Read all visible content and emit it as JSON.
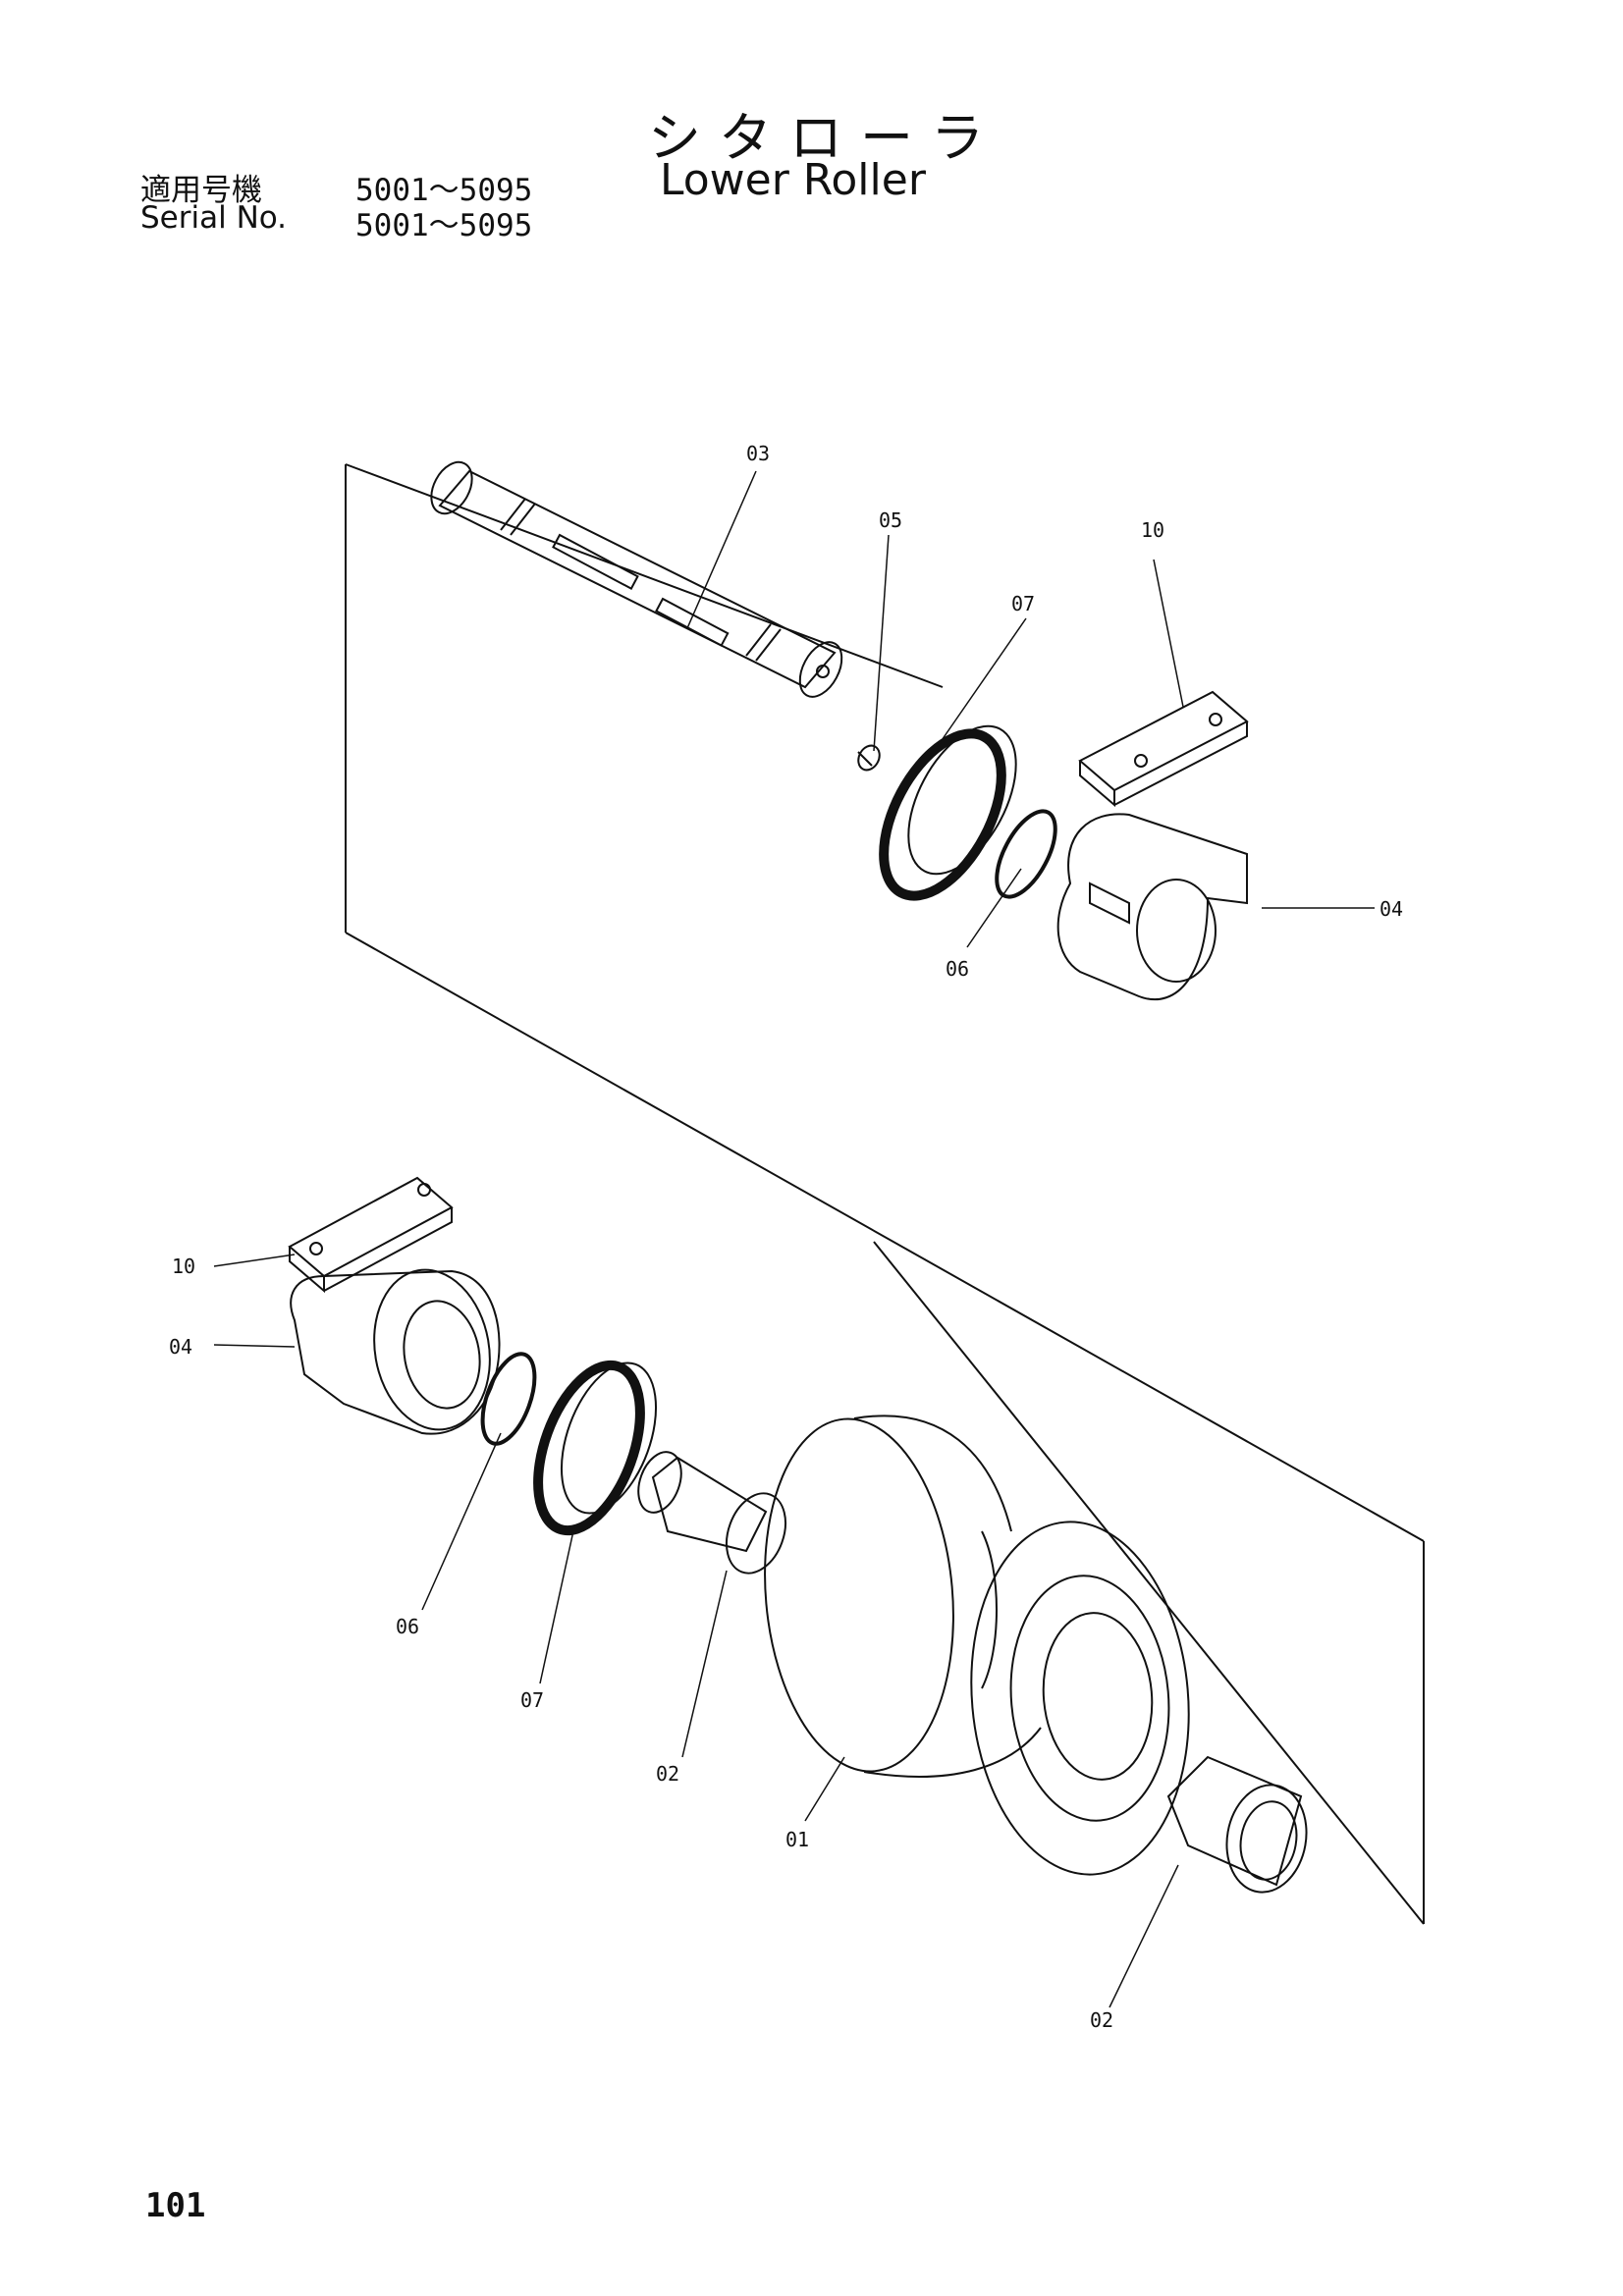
{
  "header": {
    "title_jp": "シタローラ",
    "title_en": "Lower Roller",
    "serial_label_jp": "適用号機",
    "serial_value_jp": "5001～5095",
    "serial_label_en": "Serial No.",
    "serial_value_en": "5001～5095"
  },
  "callouts": {
    "c01": "01",
    "c02a": "02",
    "c02b": "02",
    "c03": "03",
    "c04a": "04",
    "c04b": "04",
    "c05": "05",
    "c06a": "06",
    "c06b": "06",
    "c07a": "07",
    "c07b": "07",
    "c10a": "10",
    "c10b": "10"
  },
  "footer": {
    "page_number": "101"
  }
}
